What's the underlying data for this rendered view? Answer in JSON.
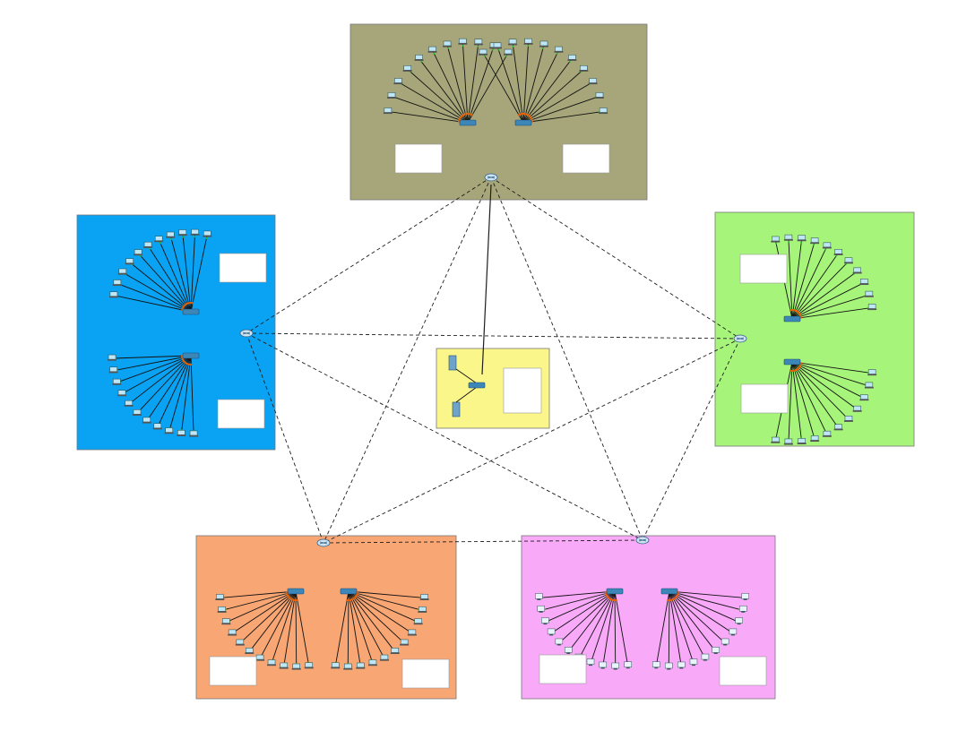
{
  "diagram": {
    "zones": [
      {
        "id": "top",
        "color": "#a6a67a",
        "device": "switch",
        "host": "laptop"
      },
      {
        "id": "left",
        "color": "#0aa2f2",
        "device": "switch",
        "host": "laptop"
      },
      {
        "id": "right",
        "color": "#a6f57a",
        "device": "switch",
        "host": "laptop"
      },
      {
        "id": "bottom-left",
        "color": "#f7a674",
        "device": "switch",
        "host": "laptop"
      },
      {
        "id": "bottom-right",
        "color": "#f8a9f8",
        "device": "switch",
        "host": "pc"
      },
      {
        "id": "center",
        "color": "#faf68a",
        "device": "switch",
        "host": "server"
      }
    ],
    "routers": [
      "top",
      "left",
      "right",
      "bottom-left",
      "bottom-right"
    ],
    "core_switch": "center",
    "links": {
      "solid": [
        [
          "top",
          "center"
        ]
      ],
      "dashed": [
        [
          "top",
          "left"
        ],
        [
          "top",
          "right"
        ],
        [
          "top",
          "bottom-left"
        ],
        [
          "top",
          "bottom-right"
        ],
        [
          "left",
          "right"
        ],
        [
          "left",
          "bottom-left"
        ],
        [
          "left",
          "bottom-right"
        ],
        [
          "right",
          "bottom-left"
        ],
        [
          "right",
          "bottom-right"
        ],
        [
          "bottom-left",
          "bottom-right"
        ]
      ]
    },
    "icons": {
      "router": "router-icon",
      "switch": "switch-icon",
      "laptop": "laptop-icon",
      "pc": "pc-icon",
      "server": "server-icon"
    },
    "colors": {
      "link": "#1e1e1e",
      "port_up": "#2cc42c",
      "port_bundle": "#e85d00"
    }
  }
}
